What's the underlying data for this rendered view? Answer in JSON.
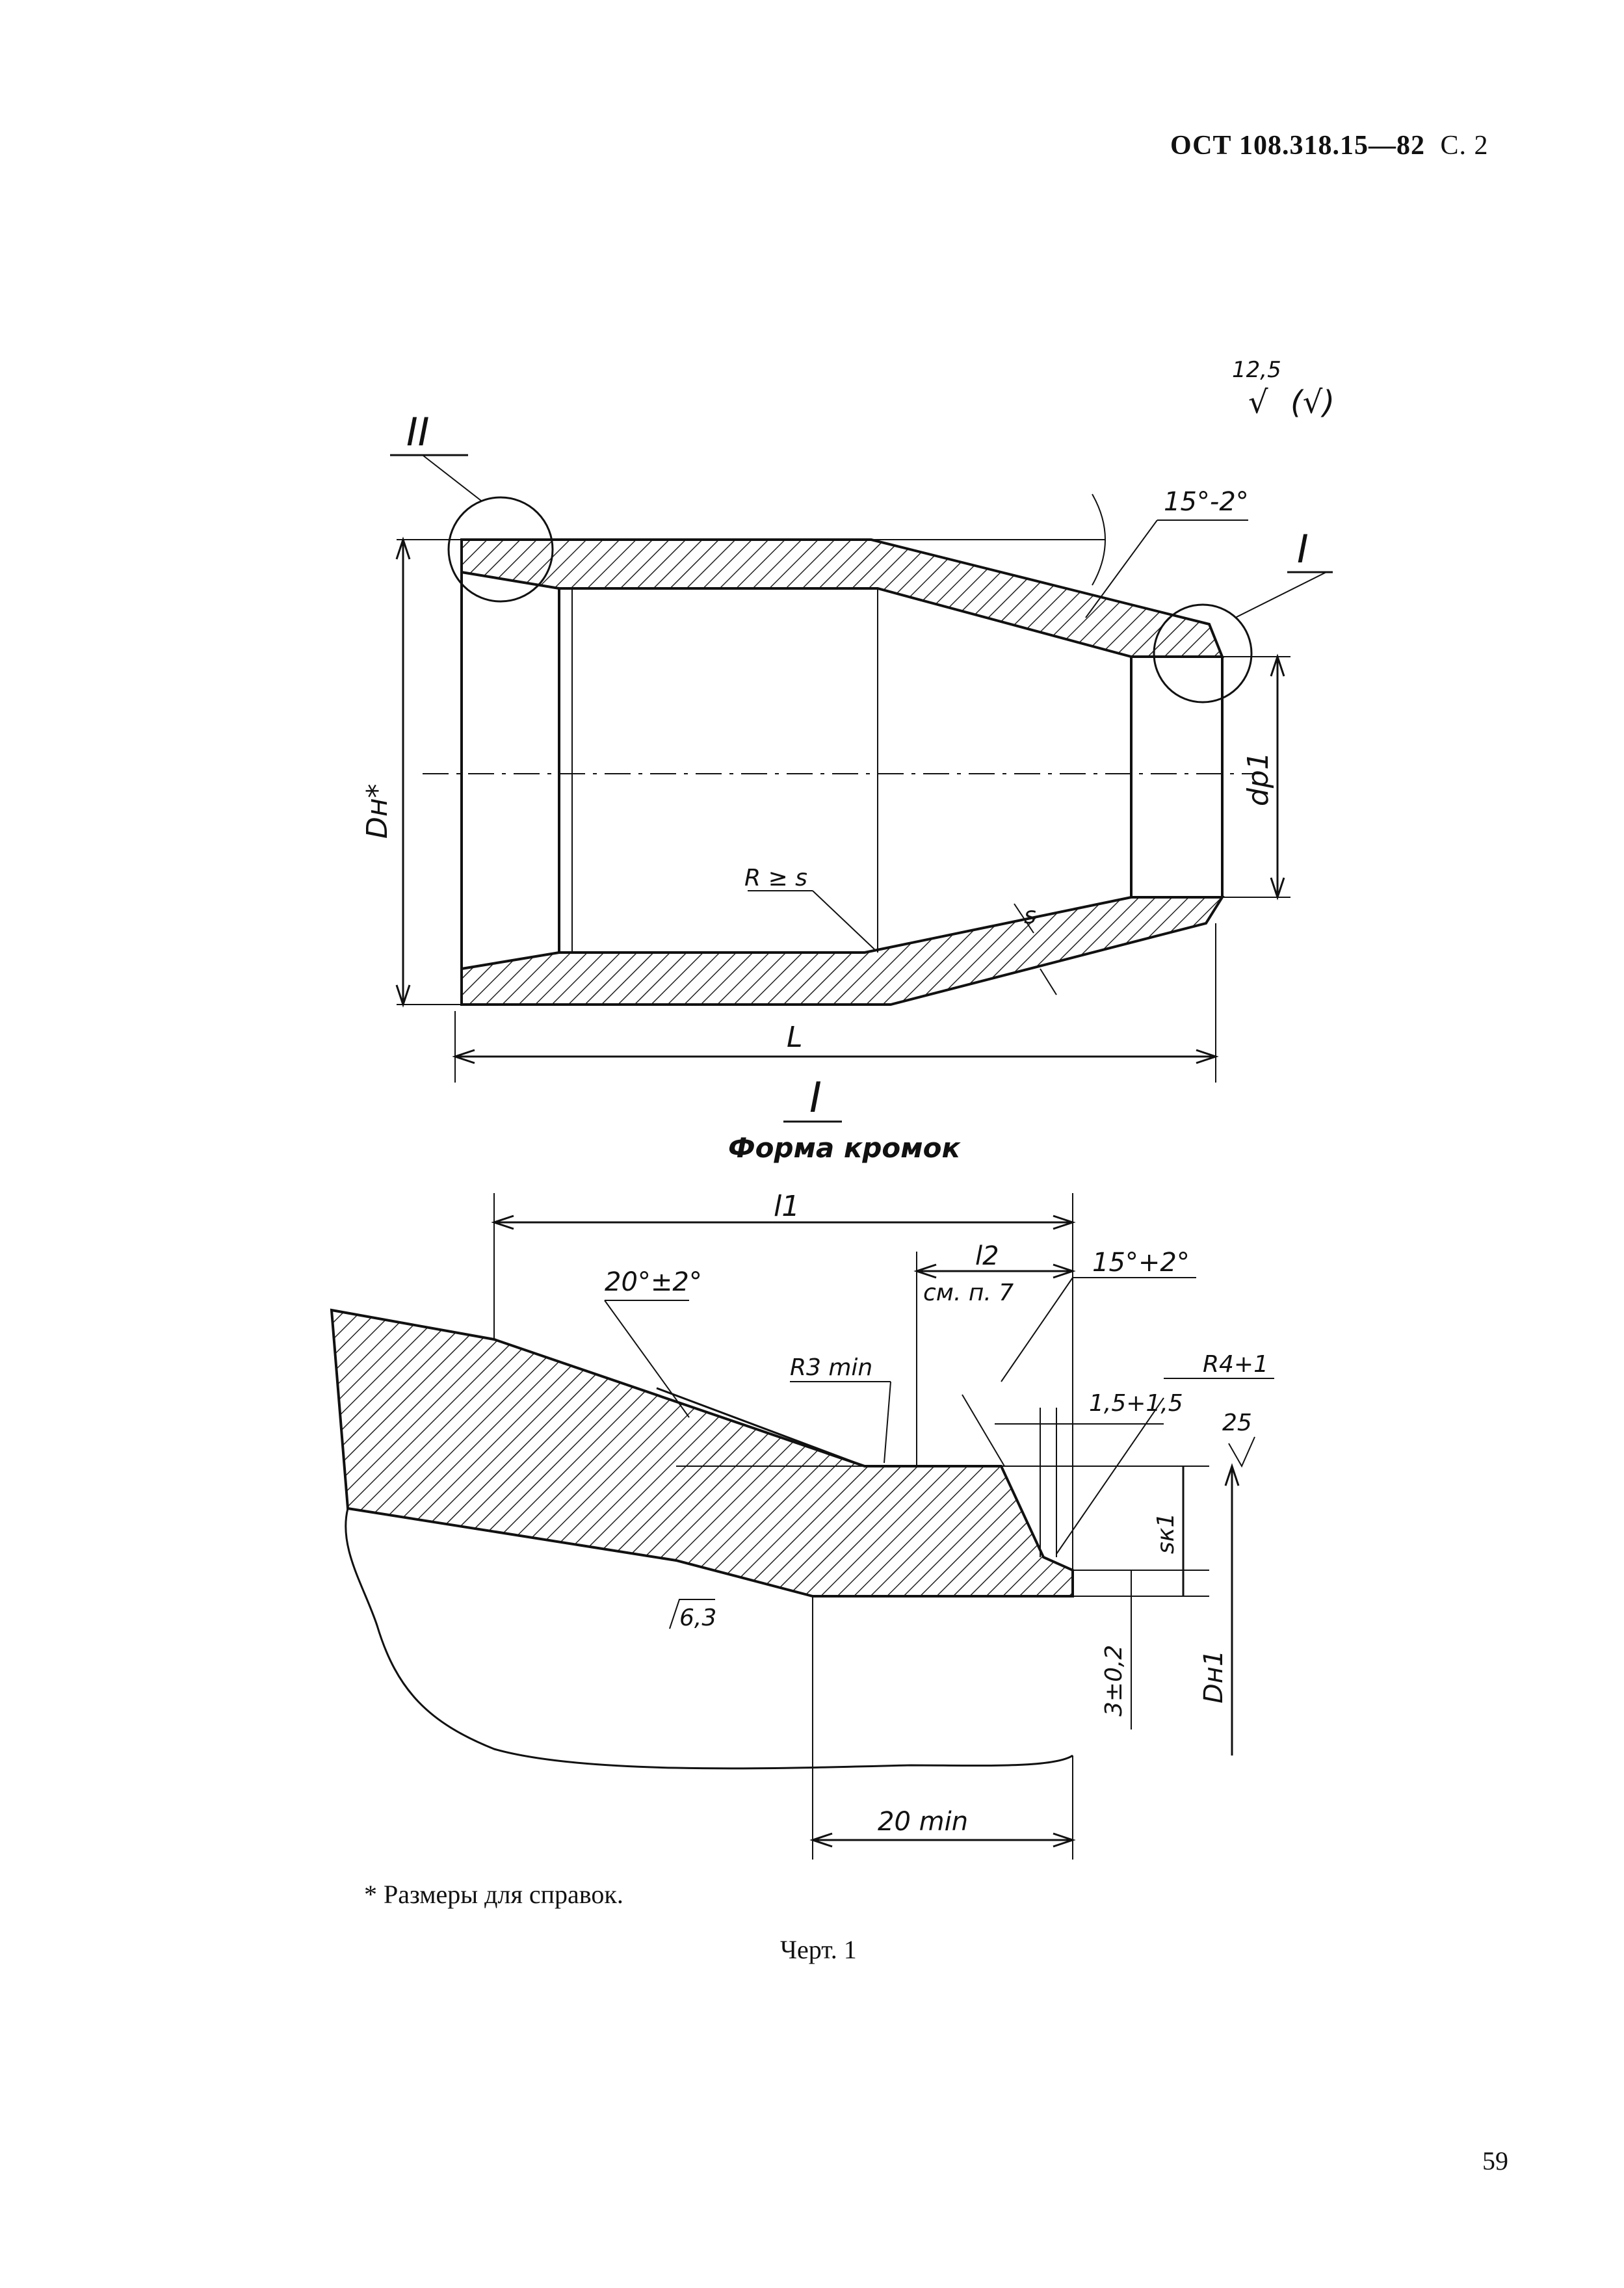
{
  "header": {
    "standard": "ОСТ 108.318.15—82",
    "page": "С. 2"
  },
  "drawing": {
    "roughness_main": "12,5",
    "roughness_alt": "(√)",
    "callout_II": "II",
    "callout_I": "I",
    "angle_top": "15°-2°",
    "label_Dh": "Dн*",
    "label_dp1": "dp1",
    "label_R": "R ≥ s",
    "label_s": "s",
    "label_L": "L",
    "detail_title": "I",
    "detail_subtitle": "Форма кромок",
    "l1": "l1",
    "l2": "l2",
    "see_note": "см. п. 7",
    "angle_20": "20°±2°",
    "angle_15": "15°+2°",
    "r3": "R3 min",
    "r4": "R4+1",
    "dim_15": "1,5+1,5",
    "rough_25": "25",
    "sk1": "sк1",
    "dh1": "Dн1",
    "rough_63": "6,3",
    "dim_3": "3±0,2",
    "dim_20min": "20 min"
  },
  "note": "* Размеры для справок.",
  "caption": "Черт. 1",
  "page_number": "59"
}
